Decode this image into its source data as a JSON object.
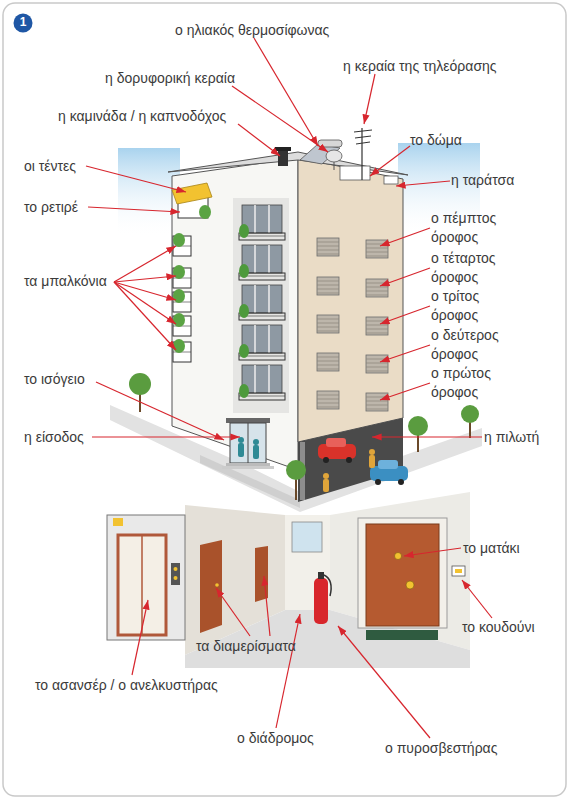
{
  "diagram": {
    "nodes": [
      {
        "text": [
          "1"
        ]
      }
    ],
    "labels": [
      "ο ηλιακός θερμοσίφωνας",
      "η κεραία της τηλεόρασης",
      "η δορυφορική κεραία",
      "η καμινάδα / η καπνοδόχος",
      "το δώμα",
      "οι τέντες",
      "η ταράτσα",
      "το ρετιρέ",
      "ο πέμπτος όροφος",
      "ο τέταρτος όροφος",
      "ο τρίτος όροφος",
      "ο δεύτερος όροφος",
      "ο πρώτος όροφος",
      "τα μπαλκόνια",
      "το ισόγειο",
      "η είσοδος",
      "η πιλωτή",
      "το ματάκι",
      "το κουδούνι",
      "τα διαμερίσματα",
      "το ασανσέρ / ο ανελκυστήρας",
      "ο διάδρομος",
      "ο πυροσβεστήρας"
    ]
  }
}
